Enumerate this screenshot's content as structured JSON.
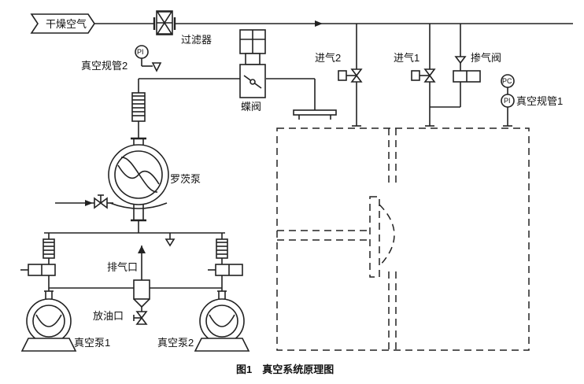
{
  "labels": {
    "dry_air": "干燥空气",
    "filter": "过滤器",
    "vacuum_gauge_2": "真空规管2",
    "vacuum_gauge_1": "真空规管1",
    "inlet_2": "进气2",
    "inlet_1": "进气1",
    "bleed_valve": "掺气阀",
    "butterfly_valve": "蝶阀",
    "roots_pump": "罗茨泵",
    "exhaust_port": "排气口",
    "oil_drain": "放油口",
    "vacuum_pump_1": "真空泵1",
    "vacuum_pump_2": "真空泵2",
    "gauge_pc": "PC",
    "gauge_pi": "PI",
    "gauge_pi2": "PI",
    "figure_caption": "图1　真空系统原理图"
  }
}
